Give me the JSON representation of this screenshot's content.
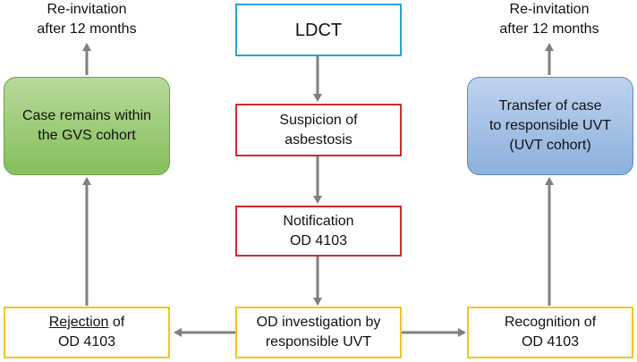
{
  "diagram": {
    "top_left_label": "Re-invitation\nafter 12 months",
    "top_right_label": "Re-invitation\nafter 12 months",
    "ldct": "LDCT",
    "suspicion": "Suspicion of\nasbestosis",
    "notification": "Notification\nOD 4103",
    "investigation": "OD investigation by\nresponsible UVT",
    "rejection_word": "Rejection",
    "rejection_rest_line1": " of",
    "rejection_line2": "OD 4103",
    "recognition": "Recognition of\nOD 4103",
    "gvs_cohort": "Case remains within\nthe GVS cohort",
    "uvt_transfer": "Transfer of case\nto responsible UVT\n(UVT cohort)"
  },
  "colors": {
    "ldct_border": "#29a3d6",
    "red_border": "#d42a2a",
    "yellow_border": "#f5c518",
    "green_fill": "#86bf5b",
    "blue_fill": "#8cb0dd",
    "arrow": "#808080"
  }
}
